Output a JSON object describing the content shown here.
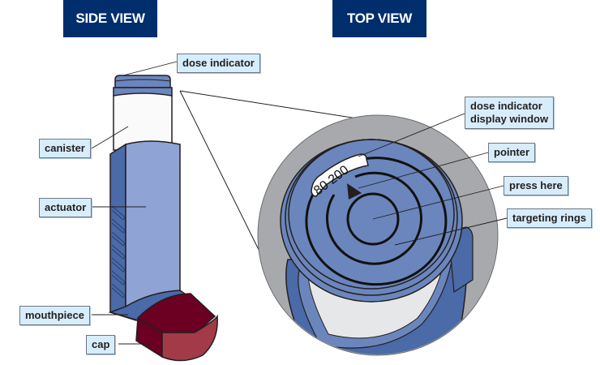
{
  "headers": {
    "side_view": "SIDE VIEW",
    "top_view": "TOP VIEW"
  },
  "side_view_labels": {
    "dose_indicator": "dose indicator",
    "canister": "canister",
    "actuator": "actuator",
    "mouthpiece": "mouthpiece",
    "cap": "cap"
  },
  "top_view_labels": {
    "dose_indicator_display_window": "dose indicator\ndisplay window",
    "pointer": "pointer",
    "press_here": "press here",
    "targeting_rings": "targeting rings"
  },
  "dose_window": {
    "numbers": "80 200"
  },
  "colors": {
    "header_bg": "#002e6d",
    "label_bg": "#d7edfc",
    "actuator_light": "#8fa3d4",
    "actuator_dark": "#4a6aa8",
    "top_blue": "#6b86bd",
    "cap_dark": "#6b0022",
    "cap_light": "#a33a48",
    "canister": "#fafafa",
    "zoom_circle_gray": "#a7a9ac"
  }
}
